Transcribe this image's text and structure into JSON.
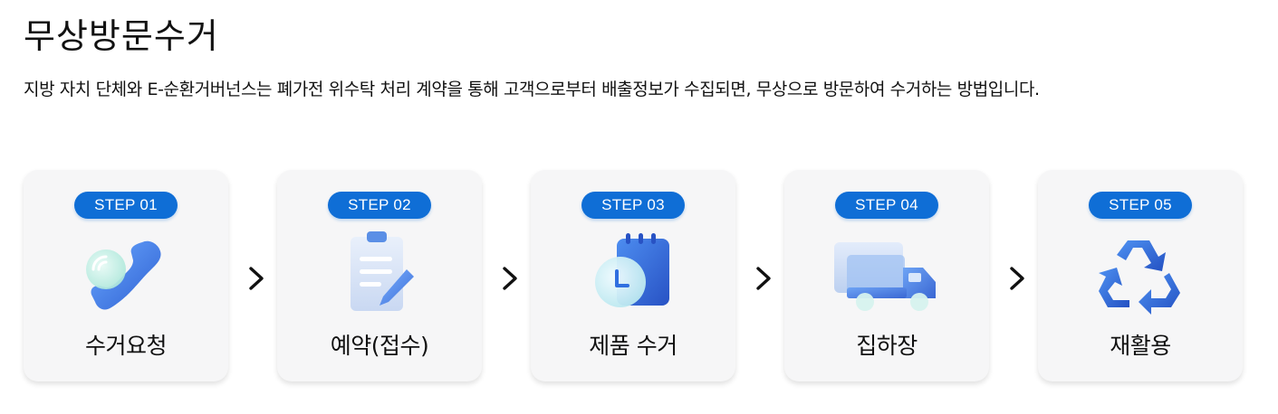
{
  "header": {
    "title": "무상방문수거",
    "description": "지방 자치 단체와 E-순환거버넌스는 폐가전 위수탁 처리 계약을 통해 고객으로부터 배출정보가 수집되면, 무상으로 방문하여 수거하는 방법입니다."
  },
  "steps": [
    {
      "badge": "STEP 01",
      "label": "수거요청",
      "icon": "phone-icon"
    },
    {
      "badge": "STEP 02",
      "label": "예약(접수)",
      "icon": "clipboard-pen-icon"
    },
    {
      "badge": "STEP 03",
      "label": "제품 수거",
      "icon": "calendar-clock-icon"
    },
    {
      "badge": "STEP 04",
      "label": "집하장",
      "icon": "truck-icon"
    },
    {
      "badge": "STEP 05",
      "label": "재활용",
      "icon": "recycle-icon"
    }
  ],
  "colors": {
    "badge": "#0f6ed6",
    "card": "#f6f6f7",
    "icon_blue": "#3b82e0",
    "icon_light": "#a9cdf5"
  }
}
